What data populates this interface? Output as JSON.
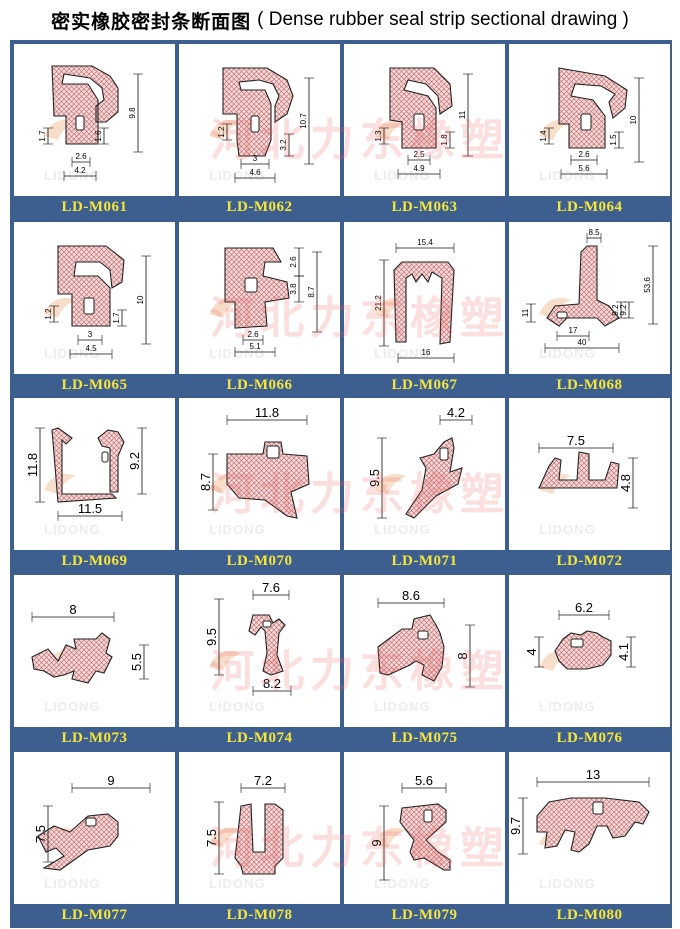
{
  "header": {
    "title_zh": "密实橡胶密封条断面图",
    "title_en": "( Dense rubber seal strip sectional drawing )"
  },
  "watermark": {
    "text": "河北力东橡塑",
    "logo_text": "LIDONG"
  },
  "colors": {
    "frame": "#3d5f8f",
    "label_text": "#f6e53a",
    "watermark": "#eb5a5a"
  },
  "items": [
    {
      "code": "LD-M061",
      "dims": [
        "9.8",
        "1.7",
        "2.6",
        "4.2",
        "1.6"
      ]
    },
    {
      "code": "LD-M062",
      "dims": [
        "10.7",
        "1.2",
        "3",
        "4.6",
        "3.2"
      ]
    },
    {
      "code": "LD-M063",
      "dims": [
        "11",
        "1.3",
        "2.5",
        "4.9",
        "1.8"
      ]
    },
    {
      "code": "LD-M064",
      "dims": [
        "10",
        "1.4",
        "2.6",
        "5.6",
        "1.5"
      ]
    },
    {
      "code": "LD-M065",
      "dims": [
        "10",
        "1.2",
        "3",
        "4.5",
        "1.7"
      ]
    },
    {
      "code": "LD-M066",
      "dims": [
        "8.7",
        "2.6",
        "3.8",
        "2.6",
        "5.1"
      ]
    },
    {
      "code": "LD-M067",
      "dims": [
        "15.4",
        "21.2",
        "16"
      ]
    },
    {
      "code": "LD-M068",
      "dims": [
        "8.5",
        "53.6",
        "11",
        "9.2",
        "9.2",
        "17",
        "40"
      ]
    },
    {
      "code": "LD-M069",
      "dims": [
        "11.8",
        "9.2",
        "11.5"
      ]
    },
    {
      "code": "LD-M070",
      "dims": [
        "11.8",
        "8.7"
      ]
    },
    {
      "code": "LD-M071",
      "dims": [
        "4.2",
        "9.5"
      ]
    },
    {
      "code": "LD-M072",
      "dims": [
        "7.5",
        "4.8"
      ]
    },
    {
      "code": "LD-M073",
      "dims": [
        "8",
        "5.5"
      ]
    },
    {
      "code": "LD-M074",
      "dims": [
        "7.6",
        "9.5",
        "8.2"
      ]
    },
    {
      "code": "LD-M075",
      "dims": [
        "8.6",
        "8"
      ]
    },
    {
      "code": "LD-M076",
      "dims": [
        "6.2",
        "4",
        "4.1"
      ]
    },
    {
      "code": "LD-M077",
      "dims": [
        "9",
        "7.5"
      ]
    },
    {
      "code": "LD-M078",
      "dims": [
        "7.2",
        "7.5"
      ]
    },
    {
      "code": "LD-M079",
      "dims": [
        "5.6",
        "9"
      ]
    },
    {
      "code": "LD-M080",
      "dims": [
        "13",
        "9.7"
      ]
    }
  ]
}
